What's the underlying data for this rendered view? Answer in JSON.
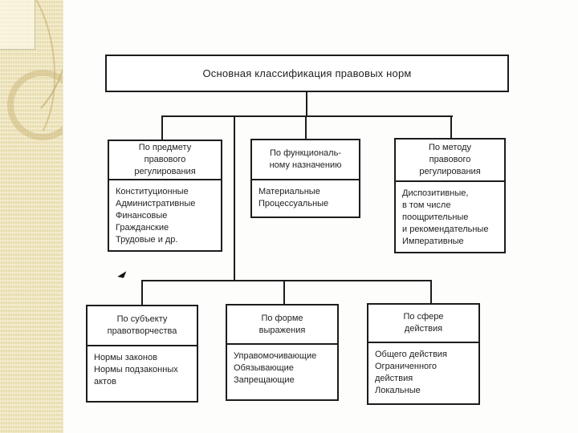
{
  "colors": {
    "line": "#1c1c1c",
    "text": "#1f1f1f",
    "box_background": "#ffffff",
    "band_base": "#e8ddaf",
    "band_stripe": "#f3ecce",
    "band_shape": "#cbb67a"
  },
  "diagram": {
    "title": "Основная классификация правовых норм",
    "nodes": {
      "subject_matter": {
        "header_lines": [
          "По предмету",
          "правового",
          "регулирования"
        ],
        "item_lines": [
          "Конституционные",
          "Административные",
          "Финансовые",
          "Гражданские",
          "Трудовые и др."
        ]
      },
      "functional_purpose": {
        "header_lines": [
          "По функциональ-",
          "ному назначению"
        ],
        "item_lines": [
          "Материальные",
          "Процессуальные"
        ]
      },
      "method": {
        "header_lines": [
          "По методу",
          "правового",
          "регулирования"
        ],
        "item_lines": [
          "Диспозитивные,",
          "в том числе",
          "поощрительные",
          "и рекомендательные",
          "Императивные"
        ]
      },
      "lawmaking_subject": {
        "header_lines": [
          "По субъекту",
          "правотворчества"
        ],
        "item_lines": [
          "Нормы законов",
          "Нормы подзаконных",
          "актов"
        ]
      },
      "form_of_expression": {
        "header_lines": [
          "По форме",
          "выражения"
        ],
        "item_lines": [
          "Управомочивающие",
          "Обязывающие",
          "Запрещающие"
        ]
      },
      "sphere_of_action": {
        "header_lines": [
          "По сфере",
          "действия"
        ],
        "item_lines": [
          "Общего действия",
          "Ограниченного",
          "действия",
          "Локальные"
        ]
      }
    }
  }
}
